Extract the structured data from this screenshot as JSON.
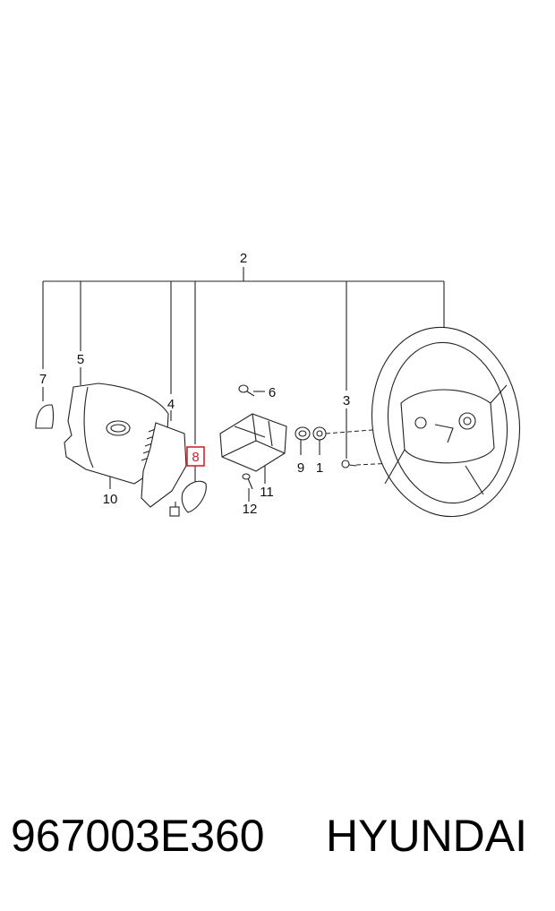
{
  "diagram": {
    "callouts": {
      "c1": "1",
      "c2": "2",
      "c3": "3",
      "c4": "4",
      "c5": "5",
      "c6": "6",
      "c7": "7",
      "c8": "8",
      "c9": "9",
      "c10": "10",
      "c11": "11",
      "c12": "12"
    },
    "highlight_color": "#d0262e"
  },
  "footer": {
    "part_number": "967003E360",
    "brand": "HYUNDAI"
  }
}
